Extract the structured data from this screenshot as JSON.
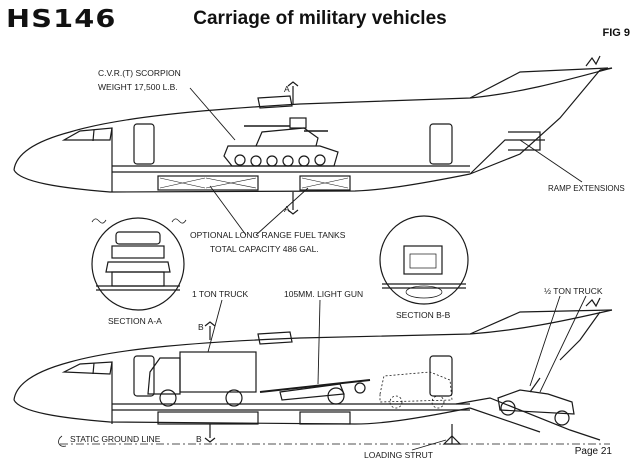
{
  "header": {
    "logo": "HS146",
    "title": "Carriage of military vehicles",
    "figure": "FIG 9",
    "page": "Page 21"
  },
  "labels": {
    "cvr": "C.V.R.(T) SCORPION",
    "weight": "WEIGHT 17,500 L.B.",
    "section_marker_a": "A",
    "section_marker_b": "B",
    "ramp": "RAMP EXTENSIONS",
    "fuel_line1": "OPTIONAL LONG RANGE FUEL TANKS",
    "fuel_line2": "TOTAL CAPACITY 486 GAL.",
    "section_aa": "SECTION A-A",
    "section_bb": "SECTION B-B",
    "ton_truck": "1 TON   TRUCK",
    "light_gun": "105MM. LIGHT GUN",
    "half_ton": "½ TON TRUCK",
    "ground_line": "STATIC GROUND LINE",
    "loading_strut": "LOADING STRUT"
  },
  "colors": {
    "ink": "#1a1a1a",
    "paper": "#ffffff"
  }
}
